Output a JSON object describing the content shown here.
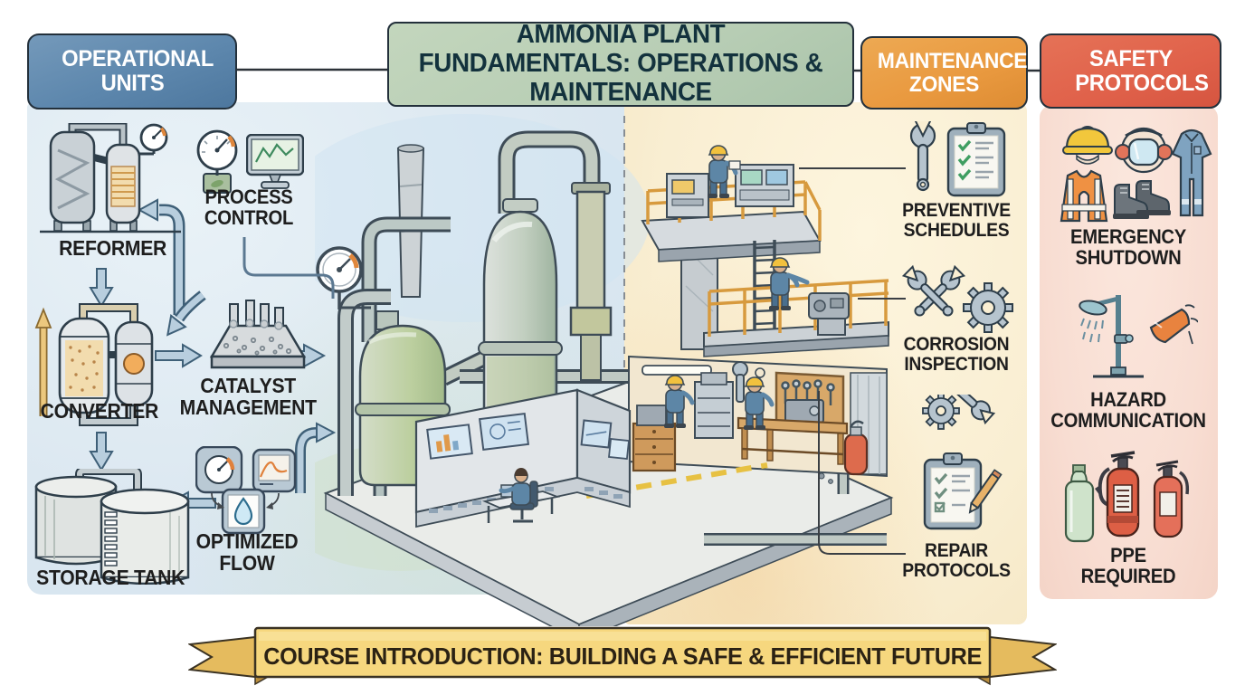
{
  "header": {
    "operational_units_label": "OPERATIONAL UNITS",
    "title": "AMMONIA PLANT FUNDAMENTALS: OPERATIONS & MAINTENANCE",
    "maintenance_zones_label": "MAINTENANCE ZONES",
    "safety_protocols_label": "SAFETY PROTOCOLS"
  },
  "operational_units": {
    "items": [
      {
        "label": "REFORMER",
        "icon": "reformer-vessels-icon"
      },
      {
        "label": "PROCESS CONTROL",
        "icons": [
          "pressure-gauge-icon",
          "monitor-icon"
        ]
      },
      {
        "label": "CONVERTER",
        "icon": "converter-vessels-icon"
      },
      {
        "label": "CATALYST MANAGEMENT",
        "icon": "catalyst-tray-icon"
      },
      {
        "label": "OPTIMIZED FLOW",
        "icons": [
          "gauge-badge-icon",
          "flow-chart-icon",
          "droplet-icon"
        ]
      },
      {
        "label": "STORAGE TANK",
        "icon": "storage-tanks-icon"
      }
    ]
  },
  "maintenance_zones": {
    "items": [
      {
        "label": "PREVENTIVE SCHEDULES",
        "icons": [
          "wrench-icon",
          "checklist-clipboard-icon"
        ]
      },
      {
        "label": "CORROSION INSPECTION",
        "icons": [
          "crossed-wrenches-icon",
          "gear-icon"
        ]
      },
      {
        "label": "REPAIR PROTOCOLS",
        "icons": [
          "gear-wrench-icon",
          "clipboard-pencil-icon"
        ]
      }
    ]
  },
  "safety_protocols": {
    "items": [
      {
        "label": "EMERGENCY SHUTDOWN",
        "icons": [
          "hard-hat-icon",
          "face-shield-icon",
          "coveralls-icon",
          "safety-vest-icon",
          "boots-icon"
        ]
      },
      {
        "label": "HAZARD COMMUNICATION",
        "icons": [
          "safety-shower-icon",
          "alarm-horn-icon"
        ]
      },
      {
        "label": "PPE REQUIRED",
        "icons": [
          "chemical-bottle-icon",
          "fire-extinguisher-icon",
          "fire-extinguisher-small-icon"
        ]
      }
    ]
  },
  "footer": {
    "banner": "COURSE INTRODUCTION: BUILDING A SAFE & EFFICIENT FUTURE"
  },
  "colors": {
    "operational_blue": "#5d87ad",
    "title_green": "#b7cdb4",
    "maintenance_orange": "#e9993f",
    "safety_red": "#e0614a",
    "banner_yellow": "#f6d77e",
    "zone_blue": "#dce8f1",
    "zone_yellow": "#f9eed2",
    "zone_pink": "#f8ddd2",
    "arrow_blue": "#b8cede",
    "outline_dark": "#2e3e4a"
  }
}
